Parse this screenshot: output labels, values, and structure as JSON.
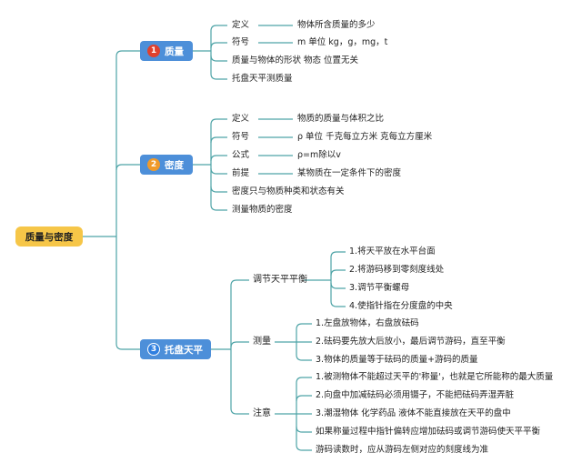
{
  "root": "质量与密度",
  "branches": [
    {
      "title": "质量",
      "badge": "1",
      "badge_color": "#e0412e",
      "items": [
        {
          "label": "定义",
          "value": "物体所含质量的多少"
        },
        {
          "label": "符号",
          "value": "m 单位 kg，g，mg，t"
        },
        {
          "label": "质量与物体的形状 物态 位置无关",
          "value": ""
        },
        {
          "label": "托盘天平测质量",
          "value": ""
        }
      ]
    },
    {
      "title": "密度",
      "badge": "2",
      "badge_color": "#f09a2a",
      "items": [
        {
          "label": "定义",
          "value": "物质的质量与体积之比"
        },
        {
          "label": "符号",
          "value": "ρ 单位 千克每立方米 克每立方厘米"
        },
        {
          "label": "公式",
          "value": "ρ=m除以v"
        },
        {
          "label": "前提",
          "value": "某物质在一定条件下的密度"
        },
        {
          "label": "密度只与物质种类和状态有关",
          "value": ""
        },
        {
          "label": "测量物质的密度",
          "value": ""
        }
      ]
    },
    {
      "title": "托盘天平",
      "badge": "3",
      "badge_color": "#2f7fe0",
      "subs": [
        {
          "label": "调节天平平衡",
          "items": [
            "1.将天平放在水平台面",
            "2.将游码移到零刻度线处",
            "3.调节平衡螺母",
            "4.使指针指在分度盘的中央"
          ]
        },
        {
          "label": "测量",
          "items": [
            "1.左盘放物体，右盘放砝码",
            "2.砝码要先放大后放小，最后调节游码，直至平衡",
            "3.物体的质量等于砝码的质量+游码的质量"
          ]
        },
        {
          "label": "注意",
          "items": [
            "1.被测物体不能超过天平的'称量'，也就是它所能称的最大质量",
            "2.向盘中加减砝码必须用镊子，不能把砝码弄湿弄脏",
            "3.潮湿物体 化学药品 液体不能直接放在天平的盘中",
            "如果称量过程中指针偏转应增加砝码或调节游码使天平平衡",
            "游码读数时，应从游码左侧对应的刻度线为准"
          ]
        }
      ]
    }
  ],
  "colors": {
    "line": "#4da3a6",
    "root": "#f6c648",
    "branch": "#4d8fd9"
  }
}
